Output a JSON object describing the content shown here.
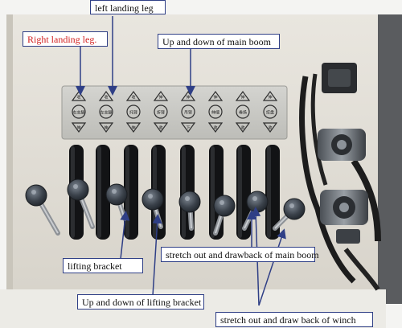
{
  "callouts": {
    "left_landing_leg": "left landing leg",
    "right_landing_leg": "Right landing leg.",
    "main_boom_updown": "Up and down of main boom",
    "lifting_bracket": "lifting bracket",
    "main_boom_stretch": "stretch out and drawback of main boom",
    "lifting_bracket_updown": "Up and down of lifting bracket",
    "winch_stretch": "stretch out and draw back of winch"
  },
  "panel_plate": {
    "top_row": [
      "收",
      "收",
      "收",
      "伸",
      "伸",
      "伸",
      "伸",
      "伸"
    ],
    "middle_row": [
      "右支腿",
      "左支腿",
      "托臂",
      "折臂",
      "吊臂",
      "伸缩",
      "卷扬",
      "绞盘"
    ],
    "bottom_row": [
      "伸",
      "伸",
      "伸",
      "收",
      "下",
      "收",
      "收",
      "收"
    ]
  },
  "colors": {
    "callout_red": "#d21f1f",
    "callout_border": "#2f3f86",
    "arrow": "#2f3f86",
    "panel_bg": "#e4e1da",
    "plate": "#c9c9c4"
  }
}
